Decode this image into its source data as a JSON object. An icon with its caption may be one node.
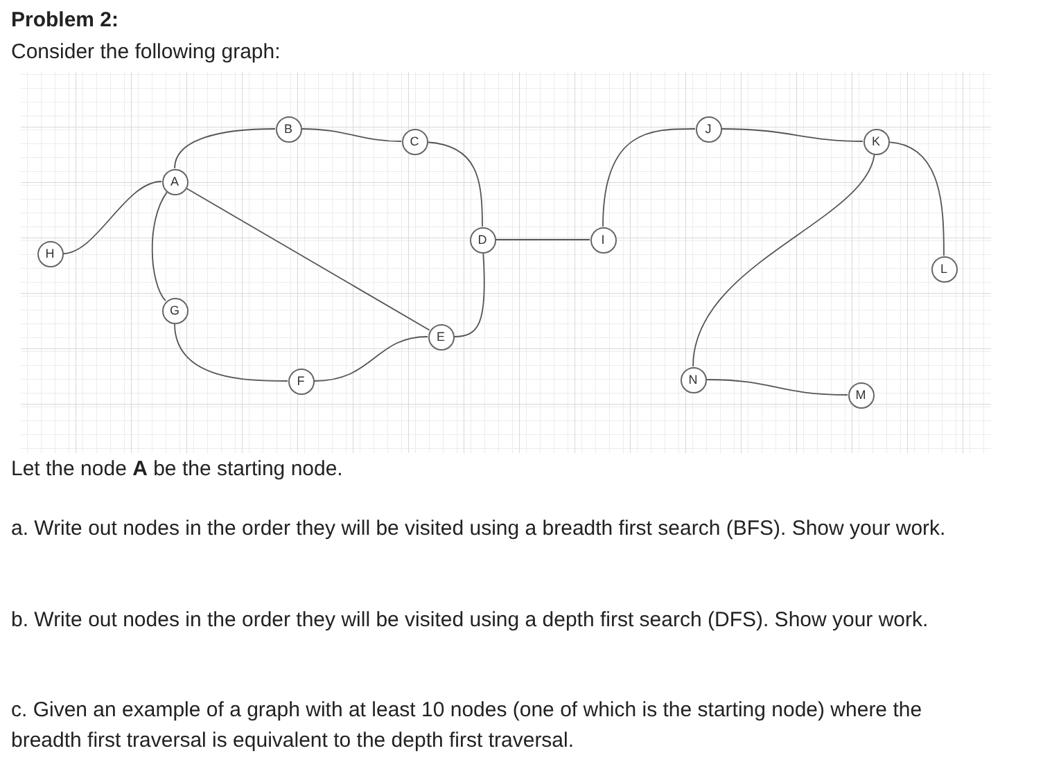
{
  "diagram": {
    "title": "Problem 2:",
    "nodes": [
      {
        "text": [
          "H"
        ]
      },
      {
        "text": [
          "A"
        ]
      },
      {
        "text": [
          "B"
        ]
      },
      {
        "text": [
          "C"
        ]
      },
      {
        "text": [
          "D"
        ]
      },
      {
        "text": [
          "E"
        ]
      },
      {
        "text": [
          "F"
        ]
      },
      {
        "text": [
          "G"
        ]
      },
      {
        "text": [
          "I"
        ]
      },
      {
        "text": [
          "J"
        ]
      },
      {
        "text": [
          "K"
        ]
      },
      {
        "text": [
          "L"
        ]
      },
      {
        "text": [
          "N"
        ]
      },
      {
        "text": [
          "M"
        ]
      }
    ],
    "edges": [
      {
        "from": 0,
        "to": 1,
        "arrow": "none"
      },
      {
        "from": 1,
        "to": 2,
        "arrow": "none"
      },
      {
        "from": 2,
        "to": 3,
        "arrow": "none"
      },
      {
        "from": 3,
        "to": 4,
        "arrow": "none"
      },
      {
        "from": 4,
        "to": 5,
        "arrow": "none"
      },
      {
        "from": 1,
        "to": 5,
        "arrow": "none"
      },
      {
        "from": 1,
        "to": 7,
        "arrow": "none"
      },
      {
        "from": 7,
        "to": 6,
        "arrow": "none"
      },
      {
        "from": 6,
        "to": 5,
        "arrow": "none"
      },
      {
        "from": 4,
        "to": 8,
        "arrow": "none"
      },
      {
        "from": 8,
        "to": 9,
        "arrow": "none"
      },
      {
        "from": 9,
        "to": 10,
        "arrow": "none"
      },
      {
        "from": 10,
        "to": 11,
        "arrow": "none"
      },
      {
        "from": 10,
        "to": 12,
        "arrow": "none"
      },
      {
        "from": 12,
        "to": 13,
        "arrow": "none"
      }
    ],
    "labels": [
      "Consider the following graph:",
      "Let the node **A** be the starting node.",
      "a. Write out nodes in the order they will be visited using a breadth first search (BFS). Show your work.",
      "b. Write out nodes in the order they will be visited using a depth first search (DFS). Show your work.",
      "c. Given an example of a graph with at least 10 nodes (one of which is the starting node) where the breadth first traversal is equivalent to the depth first traversal."
    ]
  }
}
